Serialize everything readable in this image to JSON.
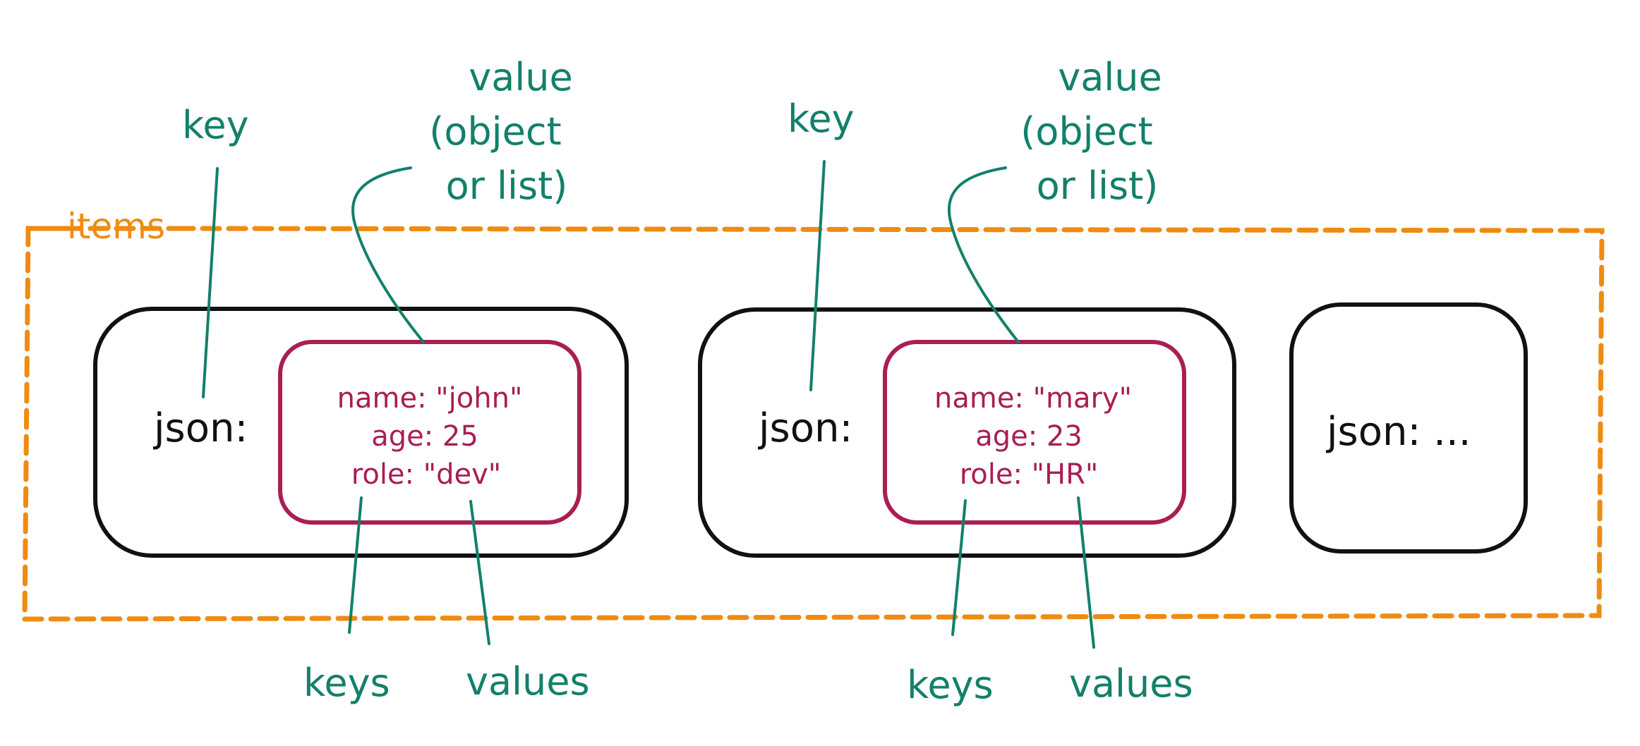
{
  "labels": {
    "items": "items",
    "key": "key",
    "keys": "keys",
    "values": "values",
    "value_line1": "value",
    "value_line2": "(object",
    "value_line3": "or list)"
  },
  "item_1": {
    "json_label": "json:",
    "fields": {
      "name": "name: \"john\"",
      "age": "age: 25",
      "role": "role: \"dev\""
    }
  },
  "item_2": {
    "json_label": "json:",
    "fields": {
      "name": "name: \"mary\"",
      "age": "age: 23",
      "role": "role: \"HR\""
    }
  },
  "item_3": {
    "json_label": "json: ..."
  },
  "colors": {
    "green": "#13806a",
    "orange": "#ef8b12",
    "black": "#111111",
    "crimson": "#a91e53"
  }
}
